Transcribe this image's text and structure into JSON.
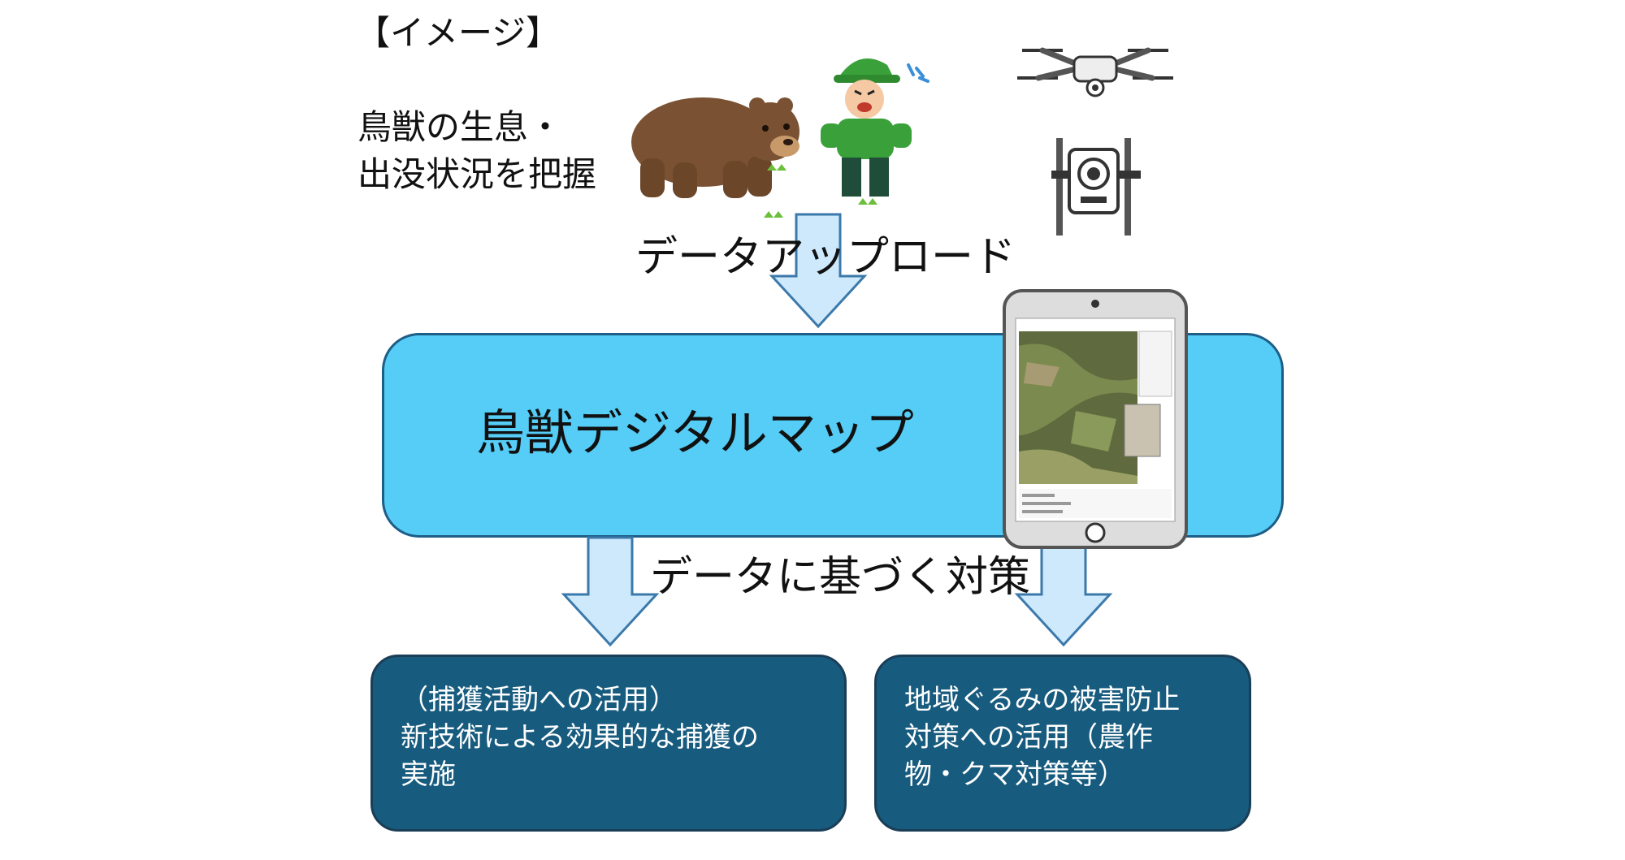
{
  "image_tag": "【イメージ】",
  "habitat_text": [
    "鳥獣の生息・",
    "出没状況を把握"
  ],
  "upload_label": "データアップロード",
  "digital_map": {
    "title": "鳥獣デジタルマップ"
  },
  "measures_label": "データに基づく対策",
  "boxes": {
    "capture": [
      "（捕獲活動への活用）",
      "新技術による効果的な捕獲の",
      "実施"
    ],
    "community": [
      "地域ぐるみの被害防止",
      "対策への活用（農作",
      "物・クマ対策等）"
    ]
  },
  "colors": {
    "arrow_fill": "#cde9fb",
    "arrow_stroke": "#3c79ab",
    "map_box": "#55cdf6",
    "result_box": "#175b7e"
  },
  "icons": [
    "bear-illustration",
    "hunter-illustration",
    "drone-icon",
    "camera-trap-icon",
    "tablet-map-illustration"
  ]
}
